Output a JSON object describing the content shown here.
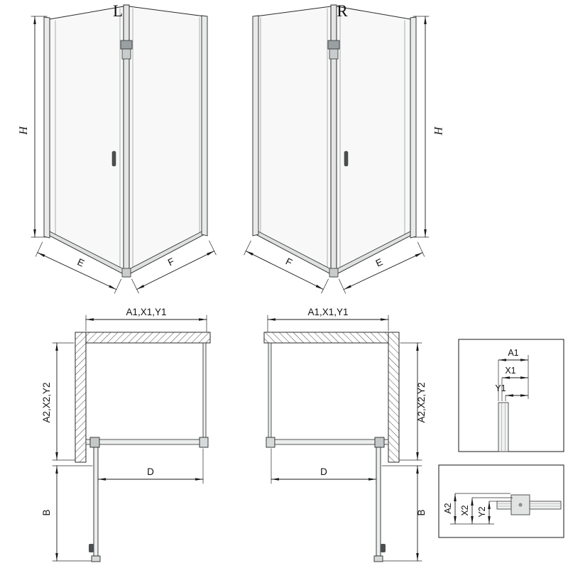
{
  "colors": {
    "ink": "#1a1a1a",
    "glass": "#f7f8f7",
    "background": "#ffffff"
  },
  "iso_left": {
    "label": "L",
    "dim_height": "H",
    "dim_base_left": "E",
    "dim_base_right": "F"
  },
  "iso_right": {
    "label": "R",
    "dim_height": "H",
    "dim_base_left": "F",
    "dim_base_right": "E"
  },
  "plan_left": {
    "dim_width_top": "A1,X1,Y1",
    "dim_depth_side": "A2,X2,Y2",
    "dim_entry": "D",
    "dim_door": "B"
  },
  "plan_right": {
    "dim_width_top": "A1,X1,Y1",
    "dim_depth_side": "A2,X2,Y2",
    "dim_entry": "D",
    "dim_door": "B"
  },
  "detail_width_profile": {
    "dim_outer": "A1",
    "dim_mid": "X1",
    "dim_inner": "Y1"
  },
  "detail_depth_profile": {
    "dim_outer": "A2",
    "dim_mid": "X2",
    "dim_inner": "Y2"
  }
}
